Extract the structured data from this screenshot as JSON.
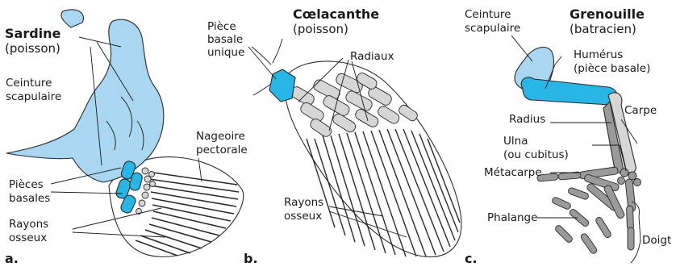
{
  "panels": {
    "a": {
      "letter": "a.",
      "title": "Sardine",
      "subtitle": "(poisson)",
      "ceinture": [
        "Ceinture",
        "scapulaire"
      ],
      "nageoire": [
        "Nageoire",
        "pectorale"
      ],
      "pieces": [
        "Pièces",
        "basales"
      ],
      "rayons": [
        "Rayons",
        "osseux"
      ]
    },
    "b": {
      "letter": "b.",
      "title": "Cœlacanthe",
      "subtitle": "(poisson)",
      "piece": [
        "Pièce",
        "basale",
        "unique"
      ],
      "radiaux": "Radiaux",
      "rayons": [
        "Rayons",
        "osseux"
      ]
    },
    "c": {
      "letter": "c.",
      "title": "Grenouille",
      "subtitle": "(batracien)",
      "ceinture": [
        "Ceinture",
        "scapulaire"
      ],
      "humerus": [
        "Humérus",
        "(pièce basale)"
      ],
      "radius": "Radius",
      "carpe": "Carpe",
      "ulna": [
        "Ulna",
        "(ou cubitus)"
      ],
      "metacarpe": "Métacarpe",
      "phalange": "Phalange",
      "doigt": "Doigt"
    }
  },
  "colors": {
    "basal_blue": "#27b6e6",
    "girdle_light_blue": "#a9d6f1",
    "bone_gray": "#9a9a9a",
    "bone_light": "#d6d6d6"
  }
}
